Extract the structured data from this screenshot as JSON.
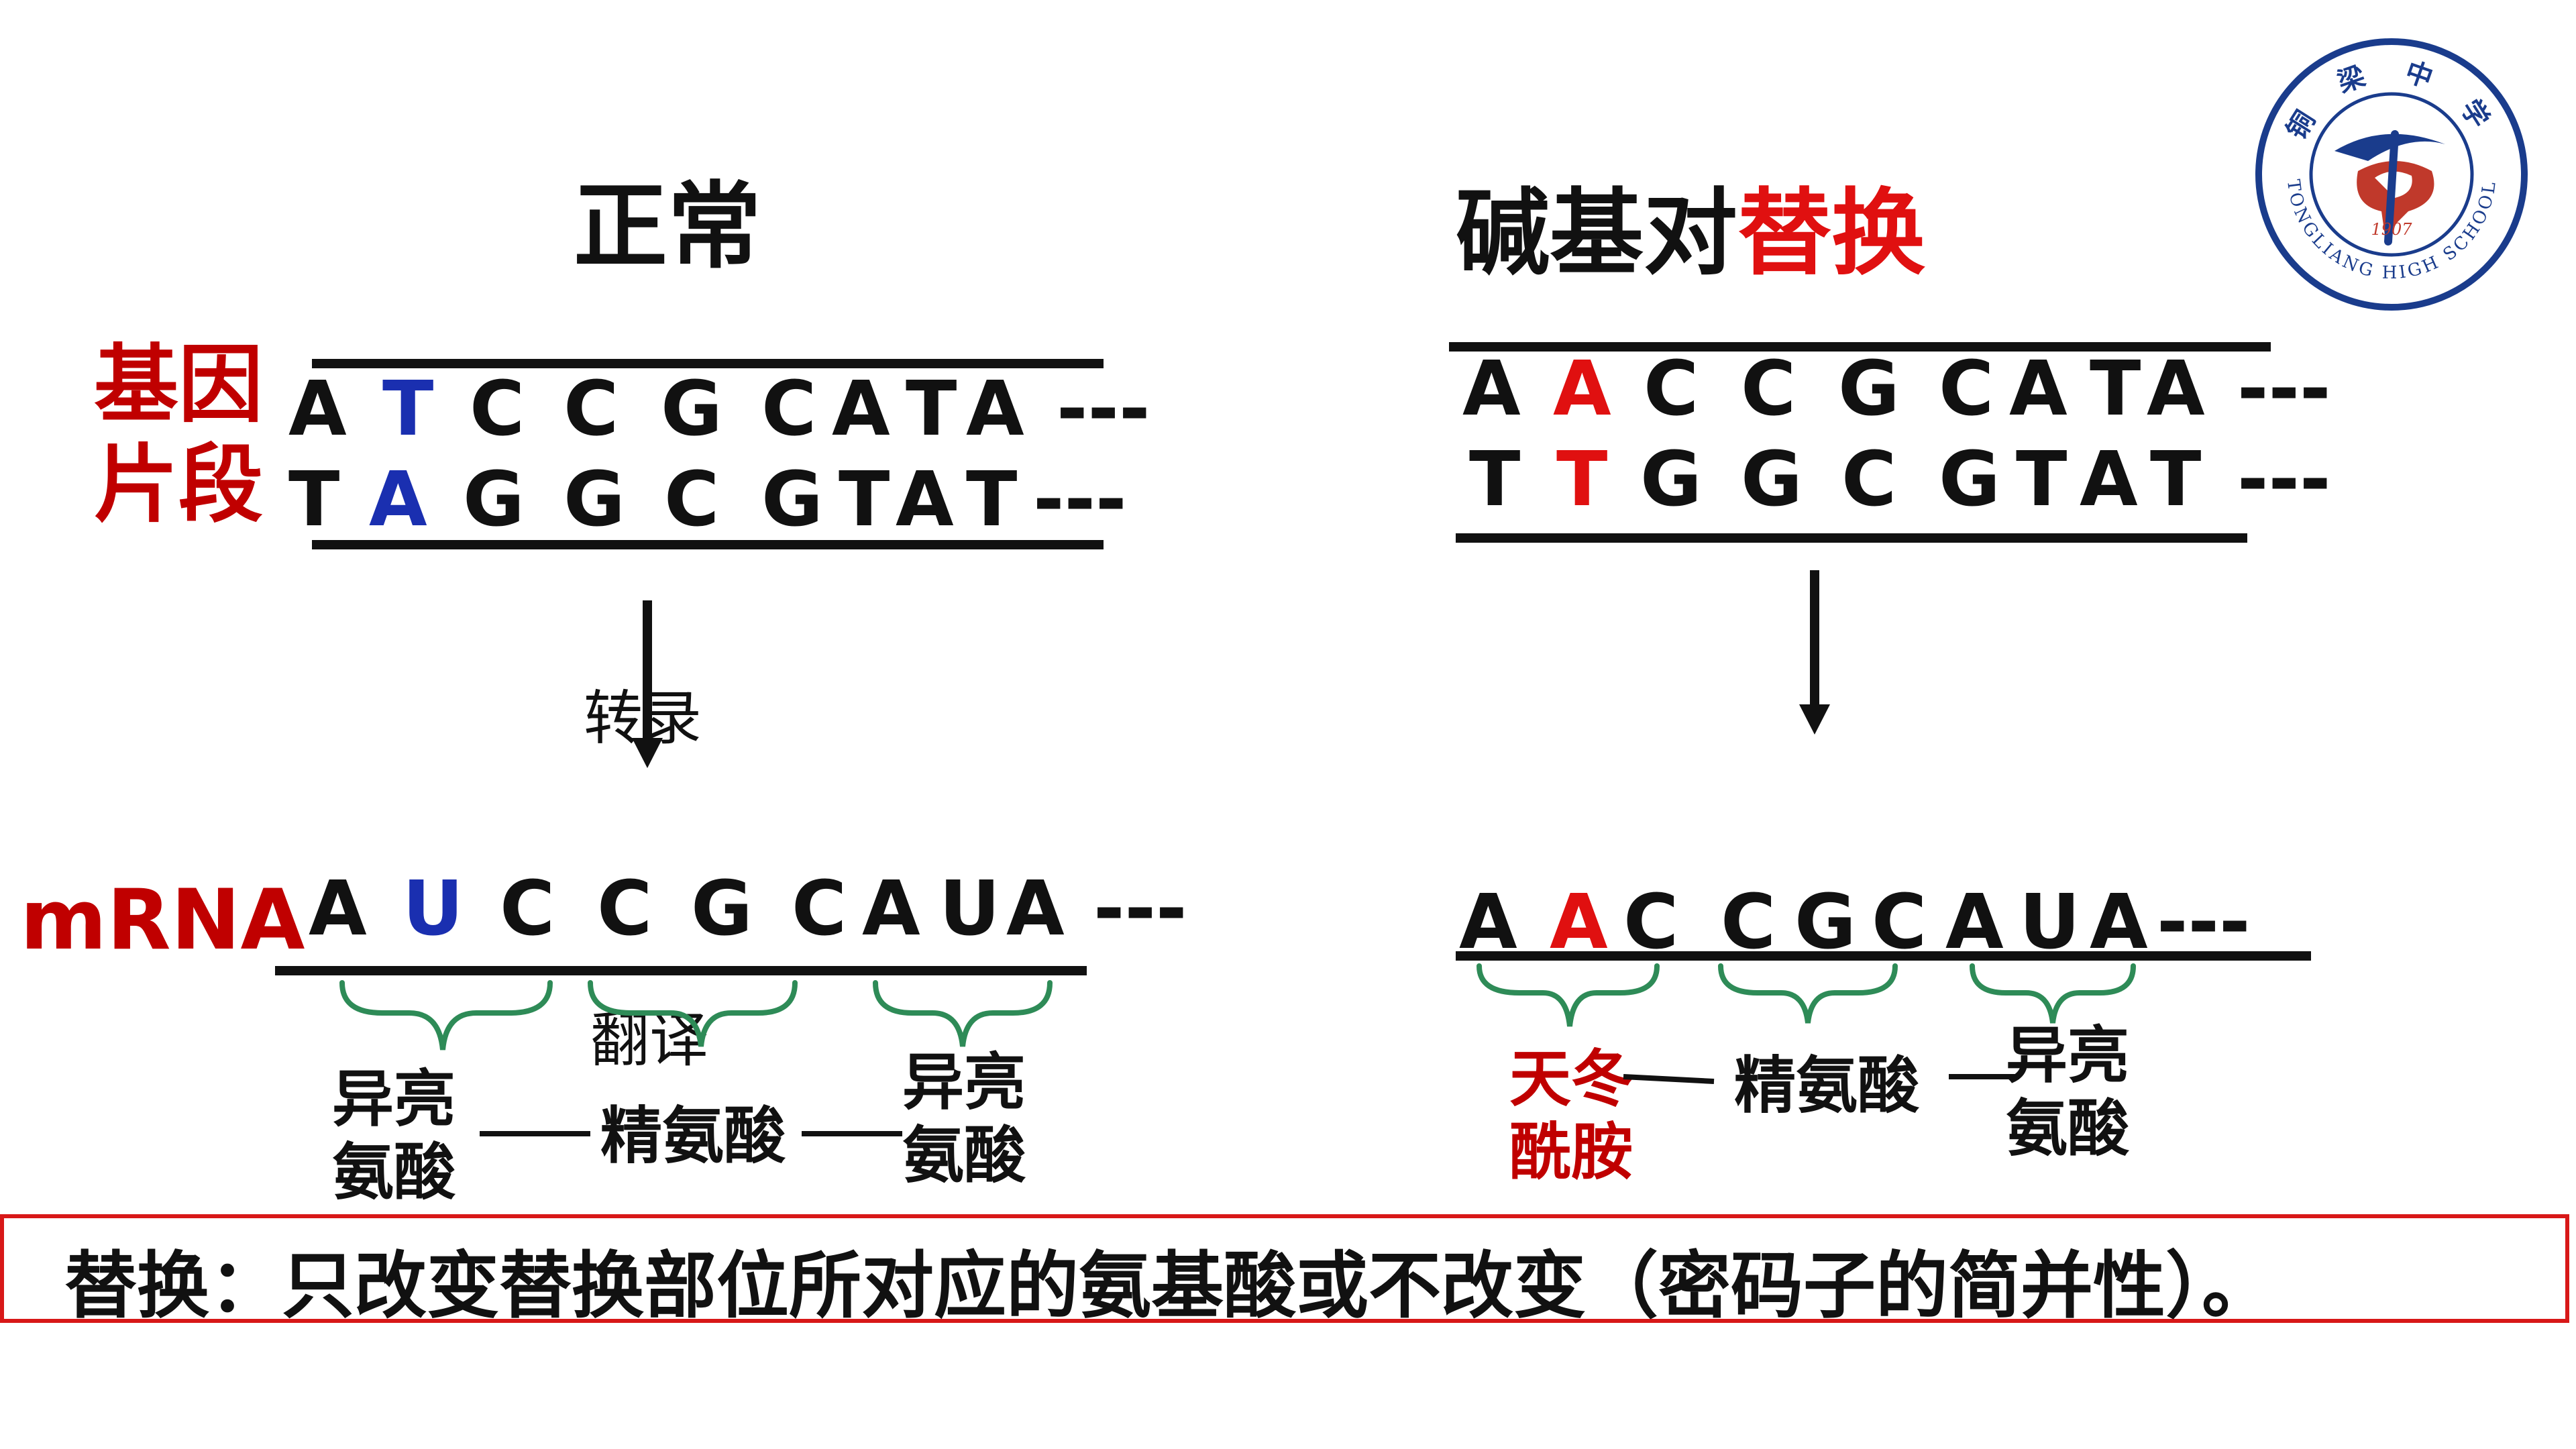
{
  "normal": {
    "title": "正常",
    "gene_label_line1": "基因",
    "gene_label_line2": "片段",
    "top_strand": [
      "A",
      "T",
      "C",
      "C",
      "G",
      "C",
      "A",
      "T",
      "A"
    ],
    "bottom_strand": [
      "T",
      "A",
      "G",
      "G",
      "C",
      "G",
      "T",
      "A",
      "T"
    ],
    "tail": "---",
    "transcription_label": "转录",
    "mrna_label": "mRNA",
    "mrna": [
      "A",
      "U",
      "C",
      "C",
      "G",
      "C",
      "A",
      "U",
      "A"
    ],
    "translation_label": "翻译",
    "amino_acids": [
      {
        "line1": "异亮",
        "line2": "氨酸"
      },
      {
        "line1": "精氨酸",
        "line2": ""
      },
      {
        "line1": "异亮",
        "line2": "氨酸"
      }
    ]
  },
  "substitution": {
    "title_black": "碱基对",
    "title_red": "替换",
    "top_strand": [
      "A",
      "A",
      "C",
      "C",
      "G",
      "C",
      "A",
      "T",
      "A"
    ],
    "bottom_strand": [
      "T",
      "T",
      "G",
      "G",
      "C",
      "G",
      "T",
      "A",
      "T"
    ],
    "tail": "---",
    "mrna": [
      "A",
      "A",
      "C",
      "C",
      "G",
      "C",
      "A",
      "U",
      "A"
    ],
    "amino_acids": [
      {
        "line1": "天冬",
        "line2": "酰胺"
      },
      {
        "line1": "精氨酸",
        "line2": ""
      },
      {
        "line1": "异亮",
        "line2": "氨酸"
      }
    ]
  },
  "logo": {
    "top_text": "铜 梁 中 学",
    "bottom_text": "TONGLIANG HIGH SCHOOL",
    "year": "1907"
  },
  "summary": "替换：只改变替换部位所对应的氨基酸或不改变（密码子的简并性）。",
  "colors": {
    "highlight_blue": "#1a2fb0",
    "highlight_red": "#e01010",
    "label_red": "#c00000",
    "brace_green": "#2e8b57",
    "box_red": "#d81818",
    "logo_blue": "#1a3c8c"
  }
}
